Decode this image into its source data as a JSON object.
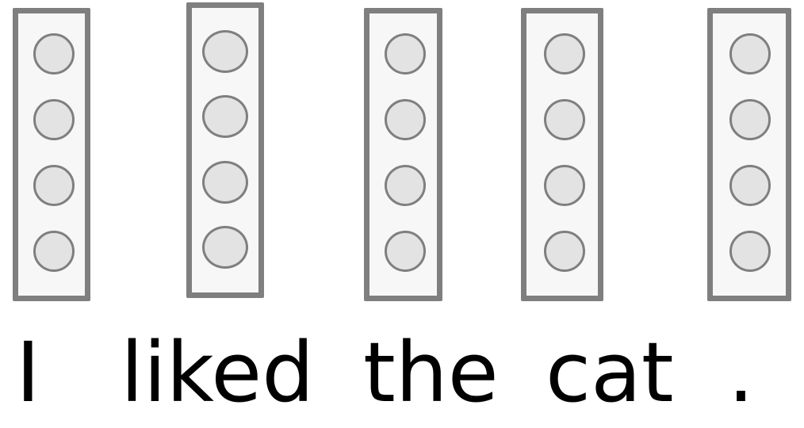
{
  "tokens": [
    {
      "text": "I",
      "vector_values": [
        null,
        null,
        null,
        null
      ]
    },
    {
      "text": "liked",
      "vector_values": [
        null,
        null,
        null,
        null
      ]
    },
    {
      "text": "the",
      "vector_values": [
        null,
        null,
        null,
        null
      ]
    },
    {
      "text": "cat",
      "vector_values": [
        null,
        null,
        null,
        null
      ]
    },
    {
      "text": ".",
      "vector_values": [
        null,
        null,
        null,
        null
      ]
    }
  ],
  "colors": {
    "vector_border": "#7f7f7f",
    "vector_fill": "#f7f7f7",
    "cell_fill": "#e3e3e3",
    "text": "#000000"
  }
}
